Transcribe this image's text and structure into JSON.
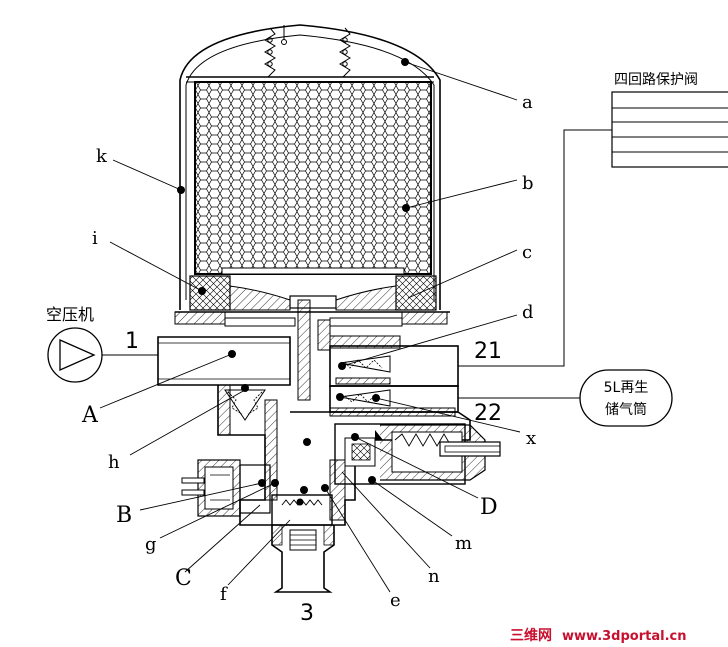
{
  "components": {
    "compressor": "空压机",
    "protection_valve": "四回路保护阀",
    "regen_tank_line1": "5L再生",
    "regen_tank_line2": "储气筒"
  },
  "ports": {
    "inlet": "1",
    "outlet_21": "21",
    "outlet_22": "22",
    "exhaust": "3"
  },
  "parts": {
    "a": "a",
    "b": "b",
    "c": "c",
    "d": "d",
    "x": "x",
    "k": "k",
    "i": "i",
    "A": "A",
    "h": "h",
    "B": "B",
    "g": "g",
    "C": "C",
    "f": "f",
    "e": "e",
    "n": "n",
    "m": "m",
    "D": "D"
  },
  "watermark": {
    "cn": "三维网",
    "url": "www.3dportal.cn"
  }
}
